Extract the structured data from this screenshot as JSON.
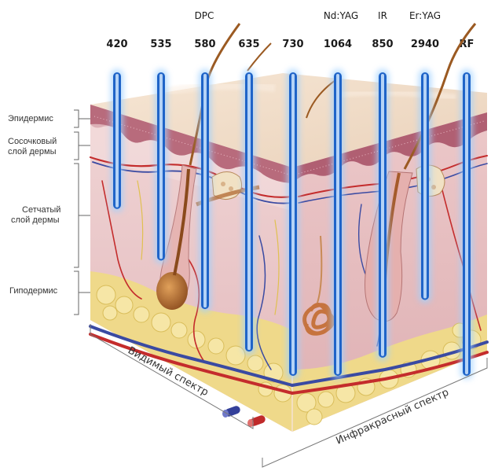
{
  "header": {
    "labels_top": [
      "DPC",
      "Nd:YAG",
      "IR",
      "Er:YAG"
    ],
    "wavelengths": [
      "420",
      "535",
      "580",
      "635",
      "730",
      "1064",
      "850",
      "2940",
      "RF"
    ]
  },
  "layers": {
    "epidermis": "Эпидермис",
    "papillary_1": "Сосочковый",
    "papillary_2": "слой дермы",
    "reticular_1": "Сетчатый",
    "reticular_2": "слой дермы",
    "hypodermis": "Гиподермис"
  },
  "spectrum": {
    "visible": "Видимый спектр",
    "infrared": "Инфракрасный спектр"
  },
  "beam_depths": [
    0.45,
    0.62,
    0.78,
    0.92,
    1.0,
    1.0,
    0.94,
    0.75,
    1.0
  ],
  "colors": {
    "beam_core": "#1f64c8",
    "beam_glow": "#9fd0ff",
    "epidermis": "#b66a7c",
    "dermis": "#efd2d3",
    "surface": "#f2dcc6",
    "fat": "#f0dc8a",
    "artery": "#c02a2a",
    "vein": "#34409a"
  }
}
